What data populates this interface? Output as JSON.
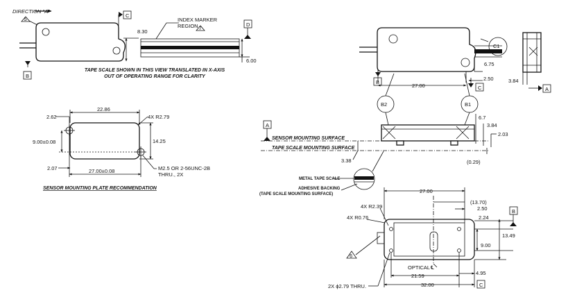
{
  "top_left_view": {
    "direction_label": "DIRECTION \"A\"",
    "flag_5": "5",
    "datum_c": "C",
    "datum_d": "D",
    "datum_b": "B",
    "dim_8_30": "8.30",
    "dim_6_00": "6.00",
    "index_marker_line1": "INDEX MARKER",
    "index_marker_line2": "REGION",
    "flag_7": "7",
    "note_line1": "TAPE SCALE SHOWN IN THIS VIEW TRANSLATED IN X-AXIS",
    "note_line2": "OUT OF OPERATING RANGE FOR CLARITY"
  },
  "plate_view": {
    "dim_22_86": "22.86",
    "dim_2_62": "2.62",
    "dim_4x_r2_79": "4X R2.79",
    "dim_9_00": "9.00±0.08",
    "dim_14_25": "14.25",
    "dim_2_07": "2.07",
    "dim_27_00": "27.00±0.08",
    "thread_line1": "M2.5 OR 2-56UNC-2B",
    "thread_line2": "THRU., 2X",
    "caption": "SENSOR MOUNTING PLATE RECOMMENDATION"
  },
  "right_top_view": {
    "dim_6_75": "6.75",
    "dim_27_00": "27.00",
    "dim_2_50": "2.50",
    "dim_3_84": "3.84",
    "datum_b": "B",
    "datum_c": "C",
    "datum_a": "A",
    "detail_c1": "C1"
  },
  "side_view": {
    "detail_b2": "B2",
    "detail_b1": "B1",
    "datum_a": "A",
    "sensor_surface": "SENSOR MOUNTING SURFACE",
    "tape_surface": "TAPE SCALE MOUNTING SURFACE",
    "dim_6_7": "6.7",
    "dim_3_84": "3.84",
    "dim_2_03": "2.03",
    "dim_3_38": "3.38",
    "dim_0_29": "(0.29)",
    "metal_tape": "METAL TAPE SCALE",
    "adhesive_line1": "ADHESIVE BACKING",
    "adhesive_line2": "(TAPE SCALE MOUNTING SURFACE)"
  },
  "bottom_view": {
    "dim_27_00": "27.00",
    "dim_13_70": "(13.70)",
    "dim_2_50": "2.50",
    "dim_4x_r2_39": "4X R2.39",
    "dim_4x_r0_76": "4X R0.76",
    "dim_2_24": "2.24",
    "dim_9_00": "9.00",
    "dim_13_49": "13.49",
    "flag_6": "6",
    "optical_cl": "OPTICAL",
    "cl_symbol": "℄",
    "dim_21_59": "21.59",
    "dim_4_95": "4.95",
    "holes": "2X ϕ2.79 THRU.",
    "dim_32_00": "32.00",
    "datum_b": "B",
    "datum_c": "C"
  }
}
